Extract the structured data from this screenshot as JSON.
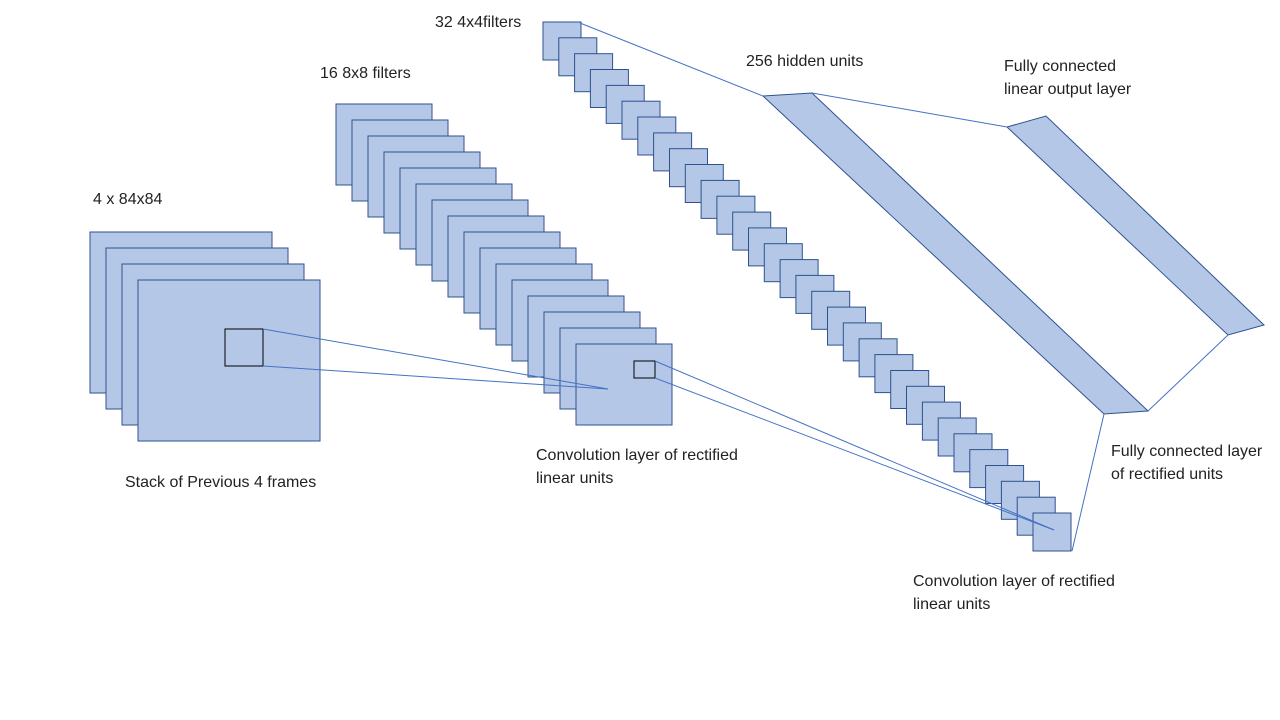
{
  "labels": {
    "input_size": "4 x 84x84",
    "input_caption": "Stack of Previous 4 frames",
    "conv1_filters": "16 8x8 filters",
    "conv1_caption_line1": "Convolution layer of rectified",
    "conv1_caption_line2": "linear units",
    "conv2_filters": "32 4x4filters",
    "conv2_caption_line1": "Convolution layer of rectified",
    "conv2_caption_line2": "linear units",
    "hidden_units": "256 hidden units",
    "fc_caption_line1": "Fully connected layer",
    "fc_caption_line2": "of rectified units",
    "output_caption_line1": "Fully connected",
    "output_caption_line2": "linear output layer"
  },
  "layers": {
    "input_frames": 4,
    "conv1_maps": 16,
    "conv2_maps": 32
  },
  "colors": {
    "fill": "#b4c7e7",
    "stroke": "#2f528f",
    "connector": "#4472c4",
    "receptive_field": "#000000"
  }
}
